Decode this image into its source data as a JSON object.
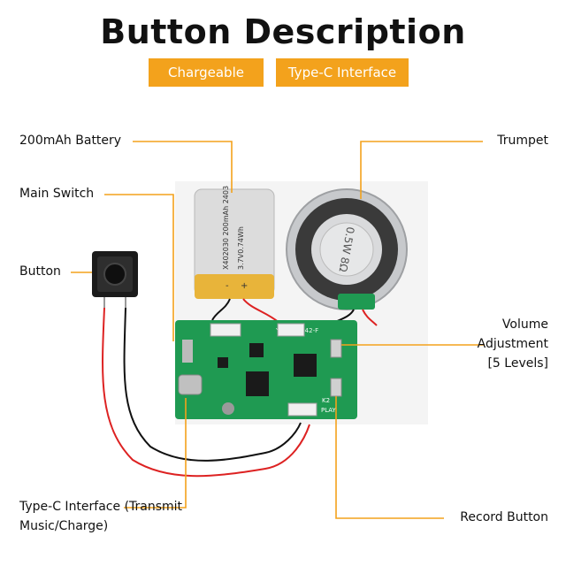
{
  "title": "Button Description",
  "tags": [
    "Chargeable",
    "Type-C Interface"
  ],
  "labels": {
    "battery": "200mAh Battery",
    "main_switch": "Main Switch",
    "button": "Button",
    "trumpet": "Trumpet",
    "volume_l1": "Volume",
    "volume_l2": "Adjustment",
    "volume_l3": "[5 Levels]",
    "typec_l1": "Type-C Interface (Transmit",
    "typec_l2": "Music/Charge)",
    "record": "Record Button"
  },
  "battery_print": {
    "line1": "X402030 200mAh 2403",
    "line2": "3.7V0.74Wh",
    "minus": "-",
    "plus": "+"
  },
  "speaker_print": "0.5W 8Ω",
  "board_print": {
    "model": "YWD-A0142-F",
    "k2": "K2",
    "play": "PLAY"
  },
  "colors": {
    "accent": "#f3a21c",
    "pcb": "#1f9a52",
    "battery_gold": "#e8b43a",
    "speaker": "#c7c9cc"
  }
}
